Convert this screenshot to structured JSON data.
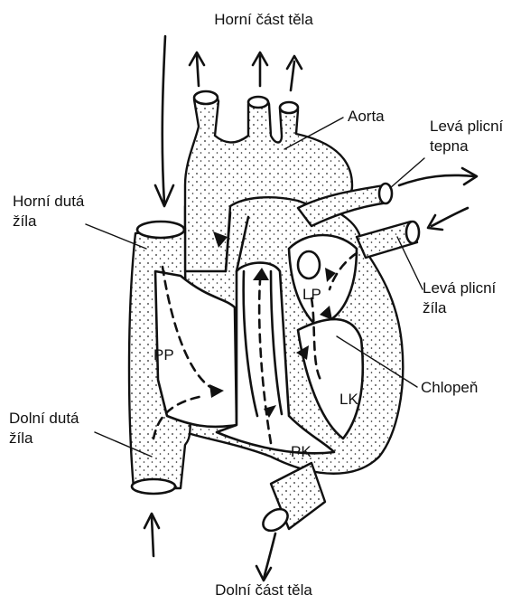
{
  "labels": {
    "upper_body": "Horní část těla",
    "lower_body": "Dolní část těla",
    "aorta": "Aorta",
    "left_pulmonary_artery_1": "Levá plicní",
    "left_pulmonary_artery_2": "tepna",
    "left_pulmonary_vein_1": "Levá plicní",
    "left_pulmonary_vein_2": "žíla",
    "superior_vena_cava_1": "Horní dutá",
    "superior_vena_cava_2": "žíla",
    "inferior_vena_cava_1": "Dolní dutá",
    "inferior_vena_cava_2": "žíla",
    "valve": "Chlopeň",
    "right_atrium": "PP",
    "right_ventricle": "PK",
    "left_atrium": "LP",
    "left_ventricle": "LK"
  }
}
